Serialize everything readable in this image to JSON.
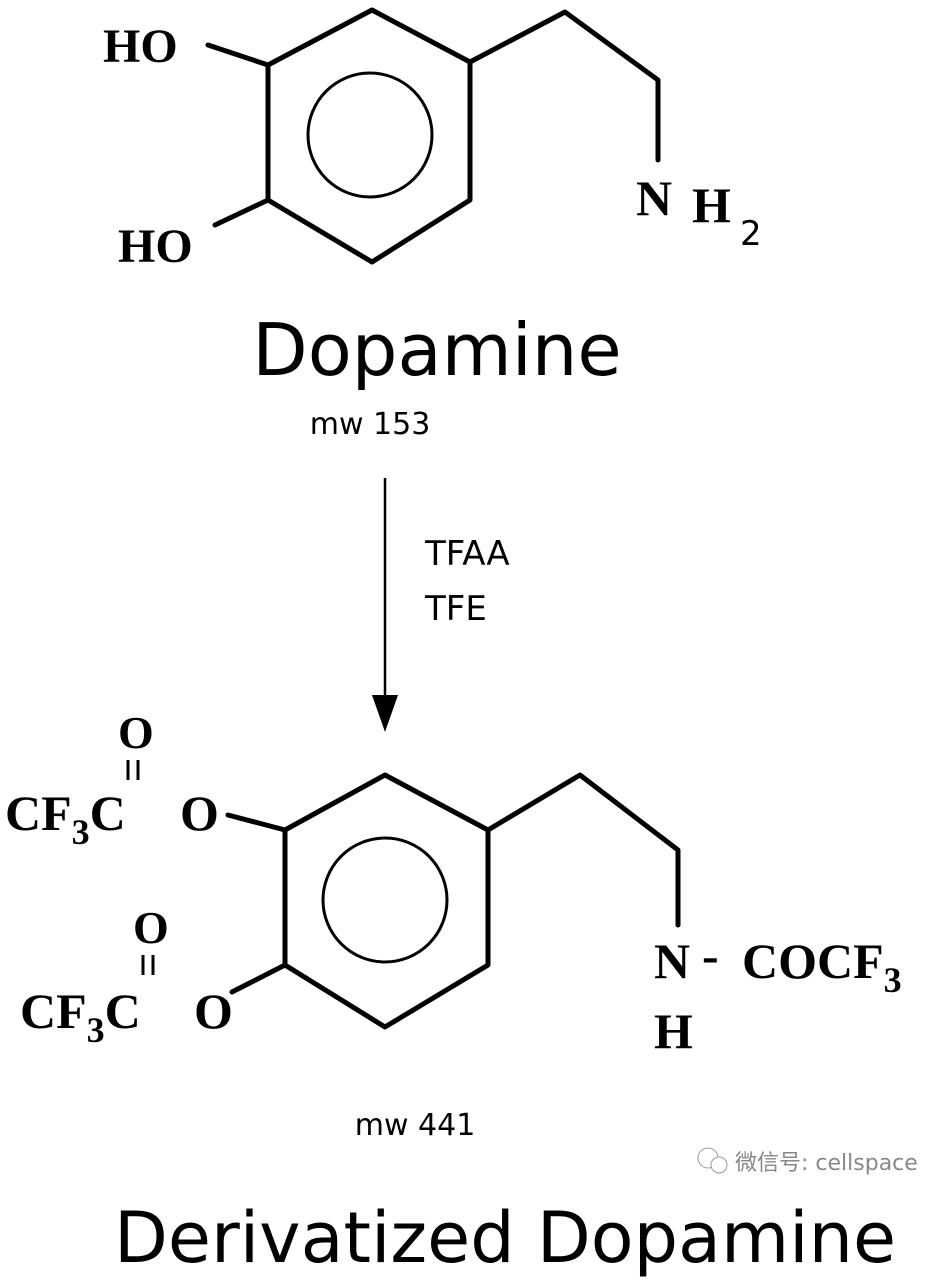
{
  "reactant": {
    "name": "Dopamine",
    "mw": "mw 153",
    "labels": {
      "ho_top": "HO",
      "ho_bottom": "HO",
      "amine_n": "N",
      "amine_h": "H",
      "amine_sub": "2"
    }
  },
  "reagents": [
    "TFAA",
    "TFE"
  ],
  "product": {
    "name": "Derivatized Dopamine",
    "mw": "mw 441",
    "labels": {
      "carbonyl_o": "O",
      "cf3c_prefix": "CF",
      "cf3c_sub": "3",
      "cf3c_suffix": "C",
      "ester_o": "O",
      "amide_n": "N",
      "amide_h": "H",
      "dash": "-",
      "cocf3": "COCF",
      "cocf3_sub": "3"
    }
  },
  "watermark": "微信号: cellspace"
}
